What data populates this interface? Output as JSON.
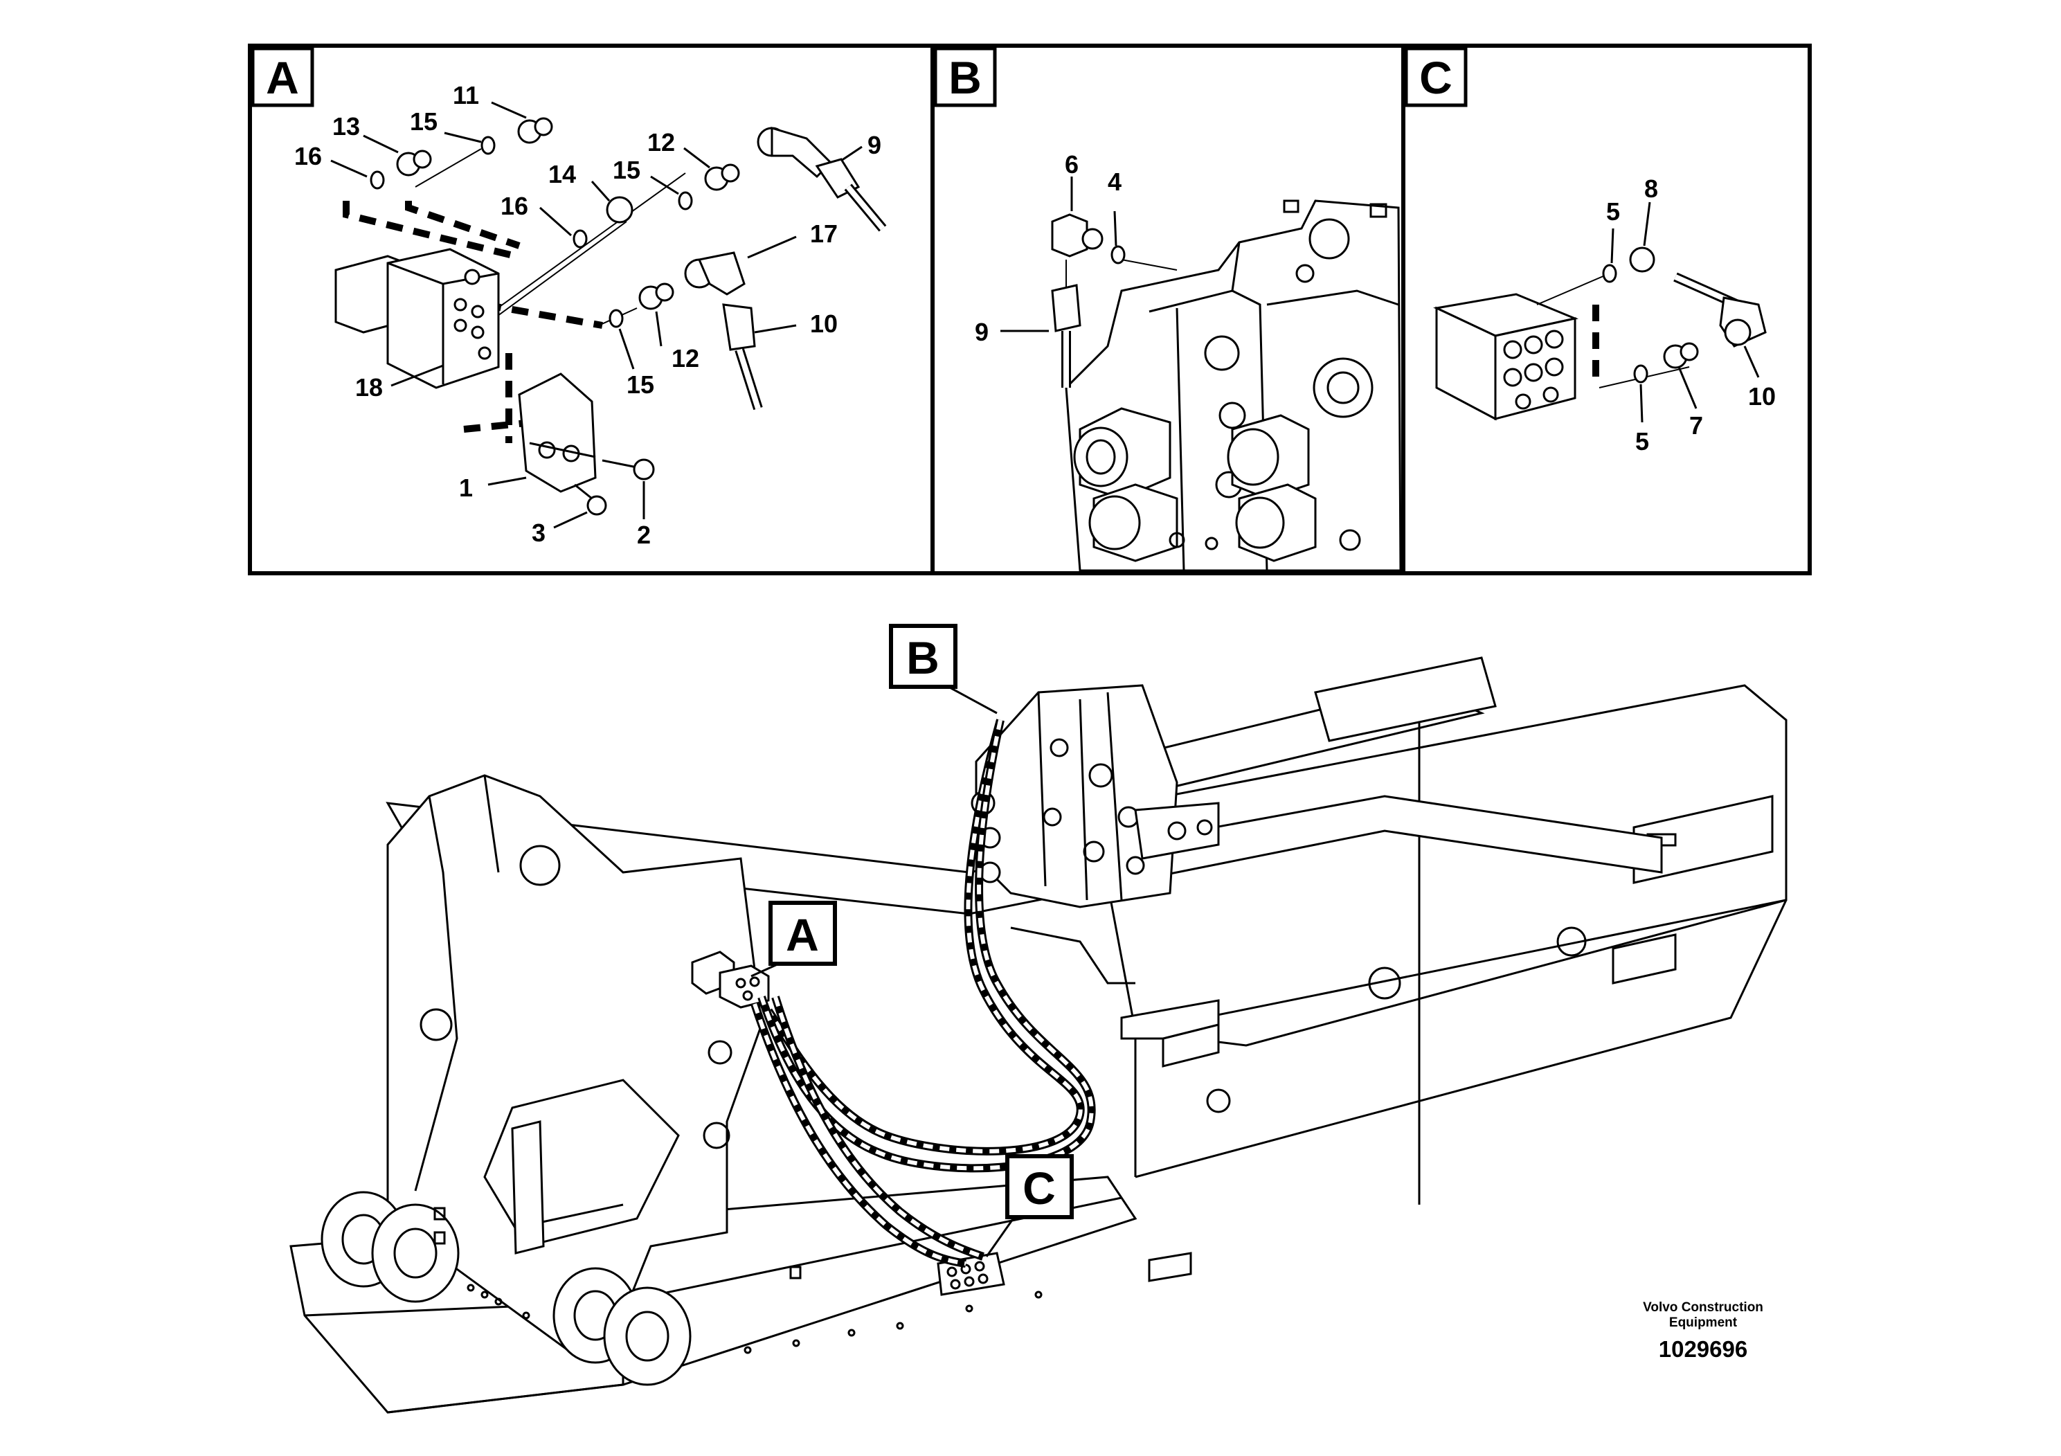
{
  "panels": {
    "a": {
      "letter": "A",
      "callouts": [
        "11",
        "13",
        "15",
        "16",
        "12",
        "9",
        "14",
        "15",
        "16",
        "17",
        "12",
        "10",
        "15",
        "18",
        "1",
        "3",
        "2"
      ]
    },
    "b": {
      "letter": "B",
      "callouts": [
        "6",
        "4",
        "9"
      ]
    },
    "c": {
      "letter": "C",
      "callouts": [
        "5",
        "8",
        "5",
        "7",
        "10"
      ]
    }
  },
  "overview": {
    "labels": [
      "B",
      "A",
      "C"
    ]
  },
  "footer": {
    "brand_line1": "Volvo Construction",
    "brand_line2": "Equipment",
    "part_number": "1029696"
  }
}
